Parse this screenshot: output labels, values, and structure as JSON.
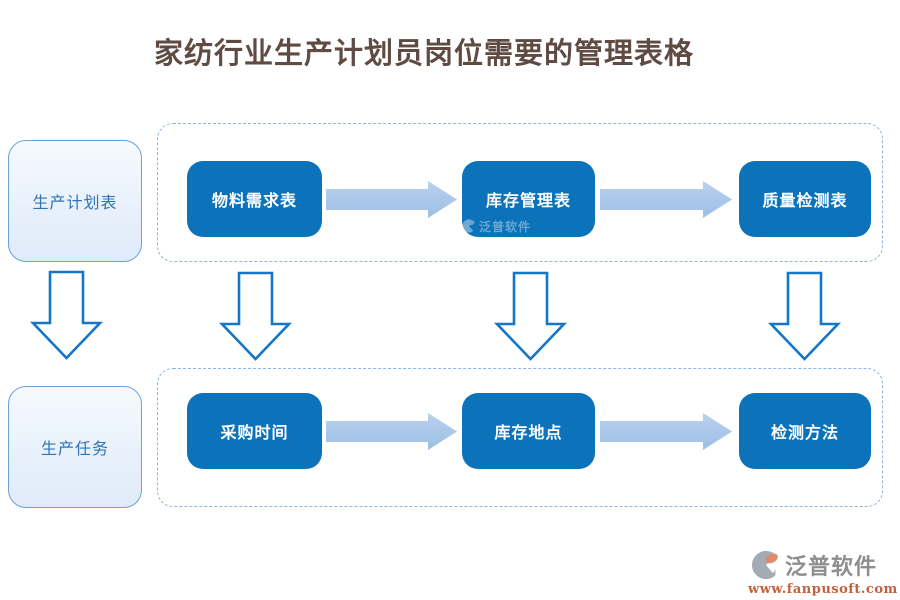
{
  "title": "家纺行业生产计划员岗位需要的管理表格",
  "left_column": {
    "top_box": "生产计划表",
    "bottom_box": "生产任务"
  },
  "top_group": {
    "boxes": [
      "物料需求表",
      "库存管理表",
      "质量检测表"
    ]
  },
  "bottom_group": {
    "boxes": [
      "采购时间",
      "库存地点",
      "检测方法"
    ]
  },
  "watermark": {
    "text": "泛普软件"
  },
  "footer": {
    "brand": "泛普软件",
    "url": "www.fanpusoft.com"
  },
  "colors": {
    "process_box_blue": "#0c73bb",
    "flow_arrow_light_blue": "#a9c7e9",
    "outline_arrow_blue": "#1576c8",
    "dashed_border_blue": "#8ab5e2",
    "side_box_fill": "#e7f0fb",
    "side_box_border": "#6ba1d9",
    "side_box_text": "#2e74b5",
    "title_text": "#5f4b41",
    "footer_gray": "#8e8e8e",
    "footer_orange": "#c4613c"
  }
}
